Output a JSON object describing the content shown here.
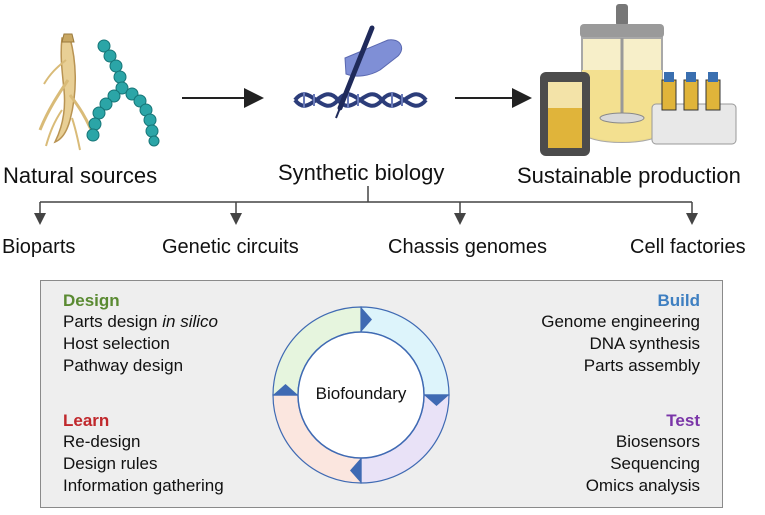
{
  "stages": [
    {
      "label": "Natural sources",
      "icon": "ginseng-root-and-microbe-icon"
    },
    {
      "label": "Synthetic biology",
      "icon": "dna-helix-with-pen-icon"
    },
    {
      "label": "Sustainable production",
      "icon": "bioreactor-icon"
    }
  ],
  "categories": [
    "Bioparts",
    "Genetic circuits",
    "Chassis genomes",
    "Cell factories"
  ],
  "cycle": {
    "center": "Biofoundary",
    "design": {
      "title": "Design",
      "color": "#5a8a32",
      "items": [
        "Parts design ",
        "Host selection",
        "Pathway design"
      ],
      "italic_suffix": "in silico"
    },
    "build": {
      "title": "Build",
      "color": "#3e7fc1",
      "items": [
        "Genome engineering",
        "DNA synthesis",
        "Parts assembly"
      ]
    },
    "learn": {
      "title": "Learn",
      "color": "#c0282c",
      "items": [
        "Re-design",
        "Design rules",
        "Information gathering"
      ]
    },
    "test": {
      "title": "Test",
      "color": "#7a35a8",
      "items": [
        "Biosensors",
        "Sequencing",
        "Omics analysis"
      ]
    },
    "quadrant_fills": [
      "#ddf4fb",
      "#e9e2f7",
      "#fbe6df",
      "#e6f5de"
    ]
  }
}
